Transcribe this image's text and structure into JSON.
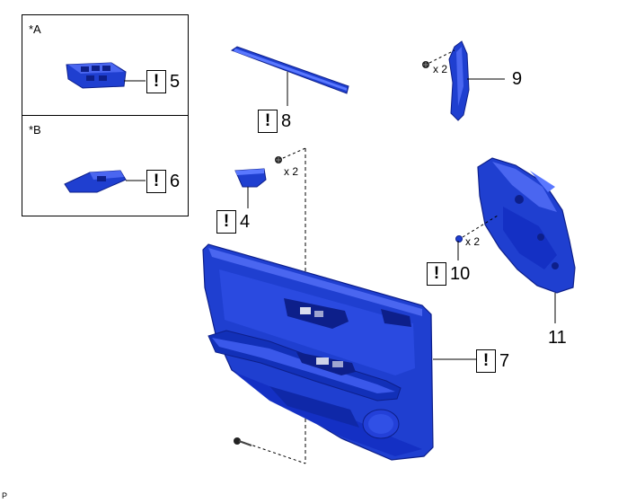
{
  "colors": {
    "part_fill": "#1f3fd0",
    "part_dark": "#0d1f8a",
    "part_light": "#5a78ff",
    "line": "#000000"
  },
  "insets": [
    {
      "label": "*A"
    },
    {
      "label": "*B"
    }
  ],
  "callouts": [
    {
      "id": "5",
      "icon": "exclamation-mark",
      "mark": "!"
    },
    {
      "id": "6",
      "icon": "exclamation-mark",
      "mark": "!"
    },
    {
      "id": "8",
      "icon": "exclamation-mark",
      "mark": "!"
    },
    {
      "id": "4",
      "icon": "exclamation-mark",
      "mark": "!"
    },
    {
      "id": "10",
      "icon": "exclamation-mark",
      "mark": "!"
    },
    {
      "id": "7",
      "icon": "exclamation-mark",
      "mark": "!"
    }
  ],
  "plain_labels": [
    {
      "id": "9"
    },
    {
      "id": "11"
    }
  ],
  "quantities": [
    "x 2",
    "x 2",
    "x 2"
  ],
  "page_mark": "P"
}
